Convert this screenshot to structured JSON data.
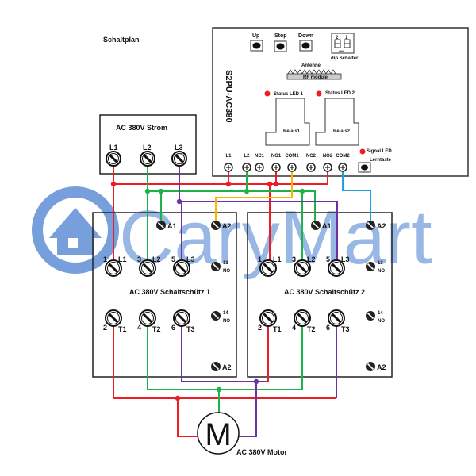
{
  "title": "Schaltplan",
  "watermark": "CaryMart",
  "power_box": {
    "title": "AC 380V Strom",
    "terminals": [
      "L1",
      "L2",
      "L3"
    ]
  },
  "module": {
    "model": "S2PU-AC380",
    "buttons": [
      "Up",
      "Stop",
      "Down"
    ],
    "dip": {
      "labels": [
        "2",
        "1"
      ],
      "on": "ON",
      "caption": "dip Schalter"
    },
    "antenna": "Antenne",
    "rf_module": "RF module",
    "status_led_1": "Status LED 1",
    "status_led_2": "Status LED 2",
    "relay_1": "Relais1",
    "relay_2": "Relais2",
    "signal_led": "Signal LED",
    "learn_button": "Lerntaste",
    "terminals": [
      "L1",
      "L2",
      "NC1",
      "NO1",
      "COM1",
      "NC2",
      "NO2",
      "COM2"
    ]
  },
  "contactors": [
    {
      "title": "AC 380V Schaltschütz 1"
    },
    {
      "title": "AC 380V Schaltschütz 2"
    }
  ],
  "contactor_labels": {
    "a1": "A1",
    "a2": "A2",
    "in_nums": [
      "1",
      "3",
      "5"
    ],
    "in_names": [
      "L1",
      "L2",
      "L3"
    ],
    "out_nums": [
      "2",
      "4",
      "6"
    ],
    "out_names": [
      "T1",
      "T2",
      "T3"
    ],
    "no13": "13",
    "no14": "14",
    "no": "NO"
  },
  "motor": {
    "symbol": "M",
    "label": "AC 380V Motor"
  },
  "colors": {
    "red": "#ee1c24",
    "green": "#1db34a",
    "purple": "#7030a0",
    "yellow": "#ffb400",
    "blue": "#1aa3e8",
    "watermark": "#4a7fd0"
  }
}
